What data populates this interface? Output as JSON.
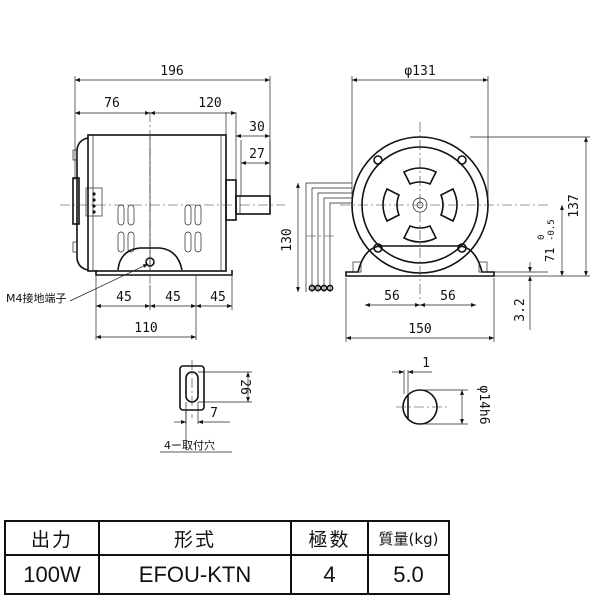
{
  "side_view": {
    "overall_length": "196",
    "rear_section": "76",
    "front_section": "120",
    "shaft_length": "30",
    "shaft_key": "27",
    "foot_pitch_1": "45",
    "foot_pitch_2": "45",
    "foot_pitch_3": "45",
    "foot_width": "110",
    "ground_terminal_label": "M4接地端子"
  },
  "front_view": {
    "frame_diameter": "φ131",
    "total_height": "137",
    "shaft_height": "71",
    "shaft_height_tol_upper": "0",
    "shaft_height_tol_lower": "-0.5",
    "lead_height": "130",
    "base_half_left": "56",
    "base_half_right": "56",
    "base_width": "150",
    "base_thickness": "3.2"
  },
  "mounting_hole_detail": {
    "slot_length": "26",
    "slot_width": "7",
    "label": "4ー取付穴"
  },
  "shaft_detail": {
    "key_depth": "1",
    "shaft_diameter": "φ14h6"
  },
  "spec_table": {
    "headers": [
      "出力",
      "形式",
      "極数",
      "質量(kg)"
    ],
    "row": [
      "100W",
      "EFOU-KTN",
      "4",
      "5.0"
    ]
  }
}
